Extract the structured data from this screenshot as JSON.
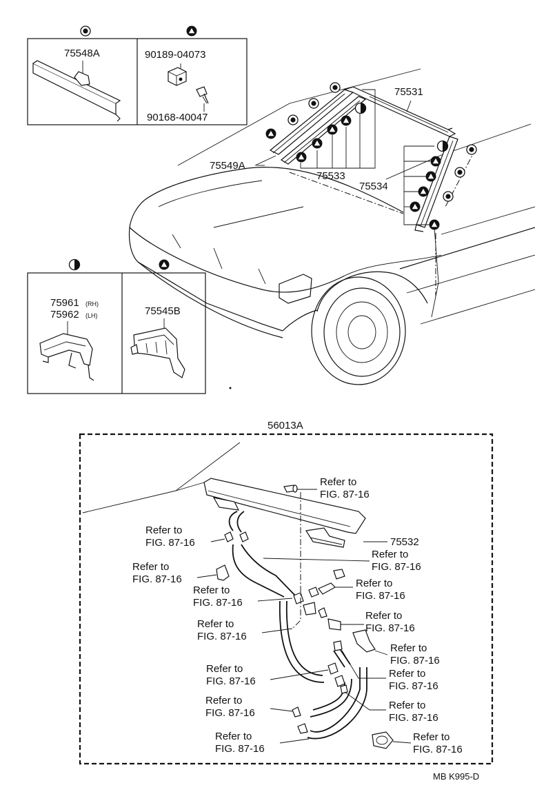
{
  "parts": {
    "p75548A": "75548A",
    "p90189": "90189-04073",
    "p90168": "90168-40047",
    "p75531": "75531",
    "p75549A": "75549A",
    "p75533": "75533",
    "p75534": "75534",
    "p75961": "75961",
    "p75961_side": "(RH)",
    "p75962": "75962",
    "p75962_side": "(LH)",
    "p75545B": "75545B",
    "p56013A": "56013A",
    "p75532": "75532"
  },
  "refs": {
    "r1": {
      "a": "Refer to",
      "b": "FIG. 87-16"
    },
    "r2": {
      "a": "Refer to",
      "b": "FIG. 87-16"
    },
    "r3": {
      "a": "Refer to",
      "b": "FIG. 87-16"
    },
    "r4": {
      "a": "Refer to",
      "b": "FIG. 87-16"
    },
    "r5": {
      "a": "Refer to",
      "b": "FIG. 87-16"
    },
    "r6": {
      "a": "Refer to",
      "b": "FIG. 87-16"
    },
    "r7": {
      "a": "Refer to",
      "b": "FIG. 87-16"
    },
    "r8": {
      "a": "Refer to",
      "b": "FIG. 87-16"
    },
    "r9": {
      "a": "Refer to",
      "b": "FIG. 87-16"
    },
    "r10": {
      "a": "Refer to",
      "b": "FIG. 87-16"
    },
    "r11": {
      "a": "Refer to",
      "b": "FIG. 87-16"
    },
    "r12": {
      "a": "Refer to",
      "b": "FIG. 87-16"
    },
    "r13": {
      "a": "Refer to",
      "b": "FIG. 87-16"
    },
    "r14": {
      "a": "Refer to",
      "b": "FIG. 87-16"
    },
    "r15": {
      "a": "Refer to",
      "b": "FIG. 87-16"
    }
  },
  "drawing_code": "MB K995-D",
  "symbols": {
    "dot": "dot-circle-icon",
    "triangle": "triangle-circle-icon",
    "half": "half-circle-icon"
  }
}
